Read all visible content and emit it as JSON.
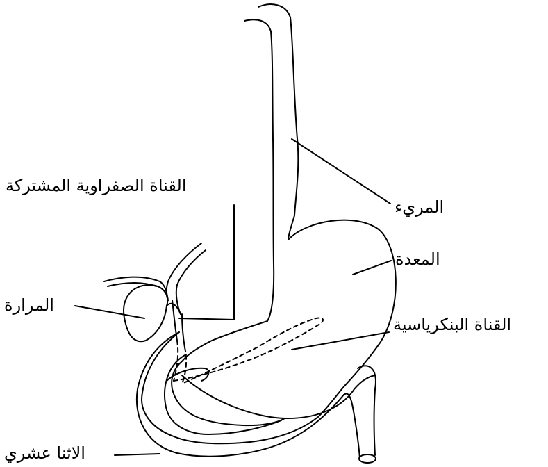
{
  "diagram": {
    "labels": {
      "common_bile_duct": "القناة الصفراوية المشتركة",
      "esophagus": "المريء",
      "stomach": "المعدة",
      "gallbladder": "المرارة",
      "pancreatic_duct": "القناة البنكرياسية",
      "duodenum": "الاثنا عشري"
    },
    "colors": {
      "stroke": "#000000",
      "background": "#ffffff"
    }
  }
}
